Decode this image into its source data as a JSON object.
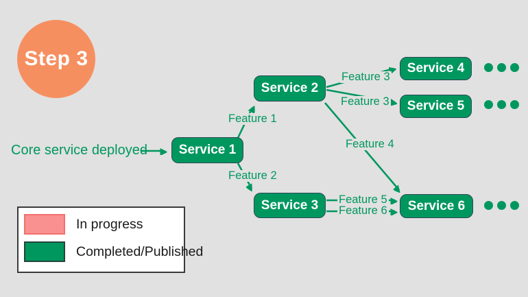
{
  "step_badge": {
    "label": "Step 3",
    "fill_color": "#F68F60",
    "text_color": "#FFFFFF"
  },
  "intro_label": "Core service deployed",
  "nodes": [
    {
      "id": "service-1",
      "label": "Service 1"
    },
    {
      "id": "service-2",
      "label": "Service 2"
    },
    {
      "id": "service-3",
      "label": "Service 3"
    },
    {
      "id": "service-4",
      "label": "Service 4"
    },
    {
      "id": "service-5",
      "label": "Service 5"
    },
    {
      "id": "service-6",
      "label": "Service 6"
    }
  ],
  "node_fill_color": "#00975F",
  "edge_labels": [
    "Feature 1",
    "Feature 2",
    "Feature 3",
    "Feature 3",
    "Feature 4",
    "Feature 5",
    "Feature 6"
  ],
  "edge_color": "#00975F",
  "more_indicator": {
    "groups": 3,
    "dots_per_group": 3,
    "dot_color": "#00975F"
  },
  "legend": {
    "items": [
      {
        "label": "In progress",
        "fill": "#FA9191",
        "border": "#F2706D"
      },
      {
        "label": "Completed/Published",
        "fill": "#00975F",
        "border": "#24453C"
      }
    ]
  },
  "background_color": "#E1E1E1"
}
